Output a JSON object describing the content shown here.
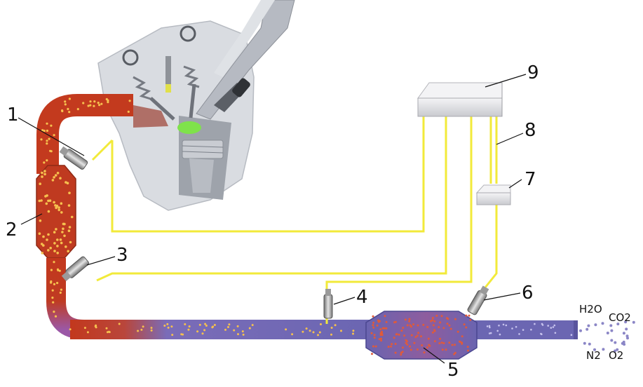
{
  "callouts": [
    "1",
    "2",
    "3",
    "4",
    "5",
    "6",
    "7",
    "8",
    "9"
  ],
  "emissions": {
    "h2o": "H2O",
    "co2": "CO2",
    "n2": "N2",
    "o2": "O2"
  },
  "colors": {
    "hot_pipe": "#c33a1e",
    "cool_pipe": "#7168b4",
    "catalyst_hot": "#b83a22",
    "catalyst_cool": "#6a64b0",
    "wire": "#f2ea3a",
    "box": "#e9e9ec",
    "engine": "#d8dbe0",
    "particle": "#f6c04e"
  },
  "icons": {
    "engine": "engine-cutaway-icon",
    "ecu": "control-unit-box",
    "sensor": "lambda-sensor-icon"
  }
}
